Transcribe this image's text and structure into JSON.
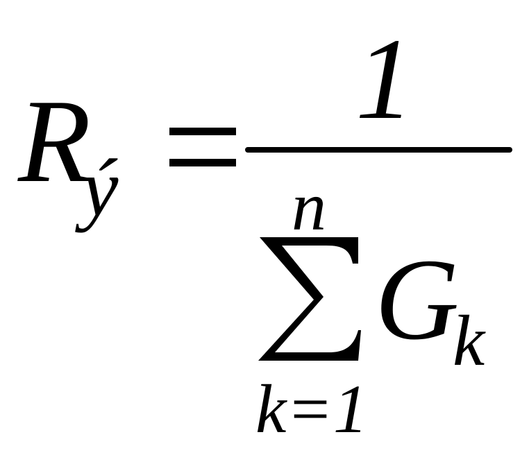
{
  "formula": {
    "lhs": {
      "variable": "R",
      "subscript": "ý"
    },
    "equals": "=",
    "numerator": "1",
    "denominator": {
      "operator": "∑",
      "upper_limit": "n",
      "lower_limit": "k=1",
      "term_variable": "G",
      "term_subscript": "k"
    }
  }
}
